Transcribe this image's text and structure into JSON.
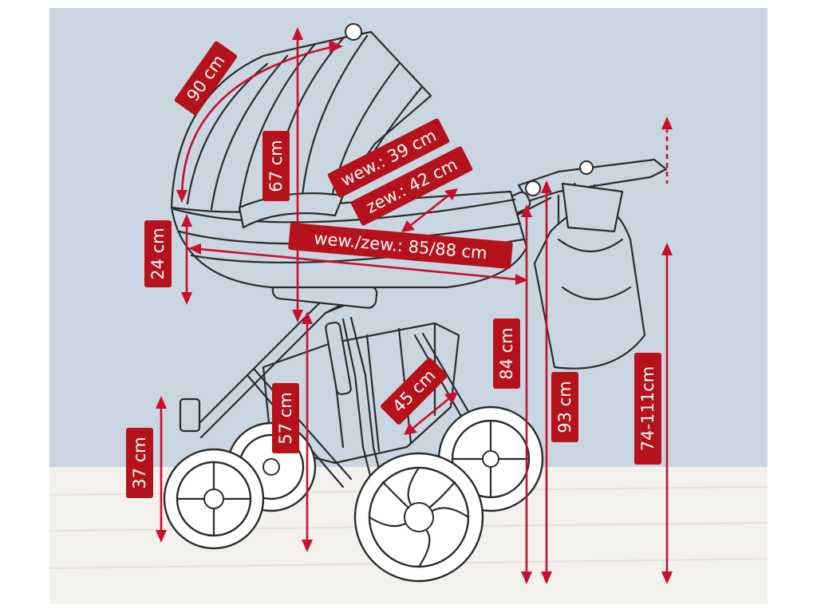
{
  "colors": {
    "wall": "#c9d6e1",
    "floor": "#f3f1ee",
    "label_bg": "#b5121b",
    "arrow": "#c8102e",
    "outline": "#2b2b2b"
  },
  "labels": {
    "canopy_arc": "90 cm",
    "carrycot_height": "67 cm",
    "inner_width": "wew.: 39 cm",
    "outer_width": "zew.: 42 cm",
    "side_height": "24 cm",
    "length": "wew./zew.: 85/88 cm",
    "basket_width": "45 cm",
    "handle_lower": "84 cm",
    "handle_upper": "93 cm",
    "seat_height": "57 cm",
    "chassis_height": "37 cm",
    "handle_range": "74-111cm"
  }
}
